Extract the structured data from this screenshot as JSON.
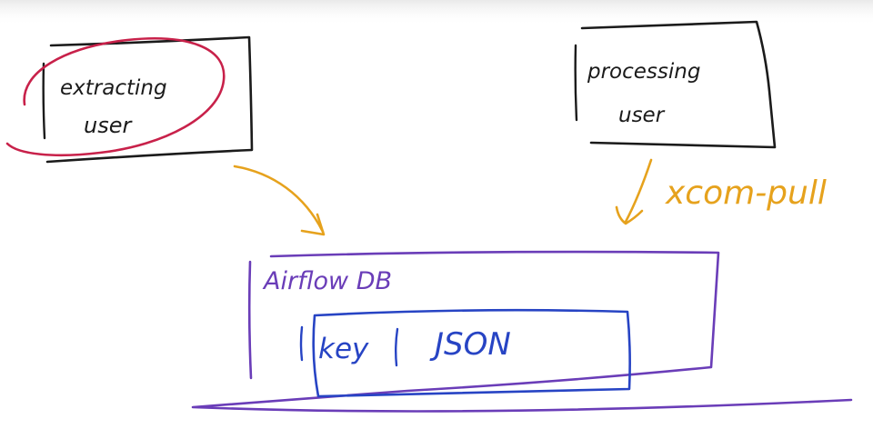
{
  "diagram": {
    "extract_box": {
      "line1": "extracting",
      "line2": "user"
    },
    "process_box": {
      "line1": "processing",
      "line2": "user"
    },
    "pull_label": "xcom-pull",
    "db_box": {
      "title": "Airflow DB",
      "row": {
        "key": "key",
        "value": "JSON"
      }
    },
    "colors": {
      "ink": "#1b1b1b",
      "highlight_circle": "#c8214a",
      "arrows": "#e6a21d",
      "db_border": "#6a3db8",
      "row_border": "#2744c4"
    }
  }
}
